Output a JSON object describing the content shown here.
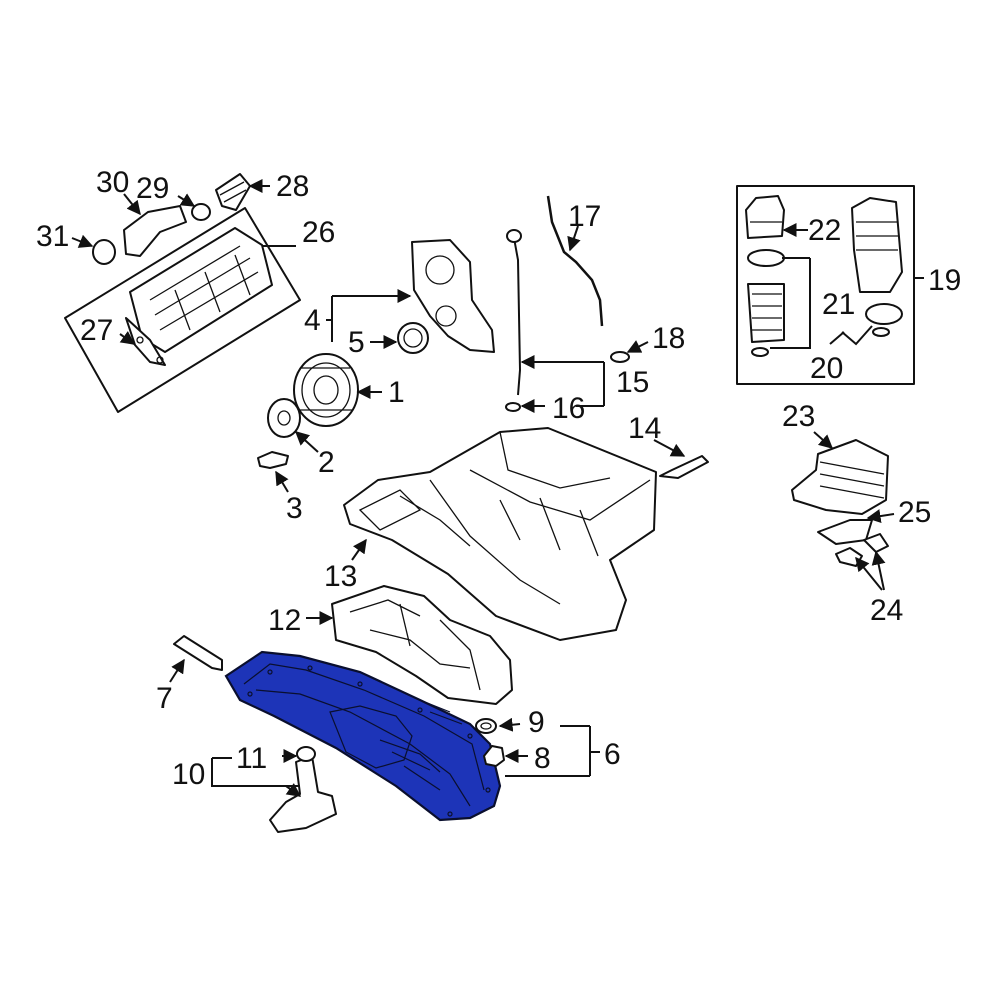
{
  "diagram": {
    "highlight_color": "#1d34b8",
    "line_color": "#111111",
    "background": "#ffffff",
    "highlighted_part": "6",
    "labels": {
      "n1": "1",
      "n2": "2",
      "n3": "3",
      "n4": "4",
      "n5": "5",
      "n6": "6",
      "n7": "7",
      "n8": "8",
      "n9": "9",
      "n10": "10",
      "n11": "11",
      "n12": "12",
      "n13": "13",
      "n14": "14",
      "n15": "15",
      "n16": "16",
      "n17": "17",
      "n18": "18",
      "n19": "19",
      "n20": "20",
      "n21": "21",
      "n22": "22",
      "n23": "23",
      "n24": "24",
      "n25": "25",
      "n26": "26",
      "n27": "27",
      "n28": "28",
      "n29": "29",
      "n30": "30",
      "n31": "31"
    }
  }
}
